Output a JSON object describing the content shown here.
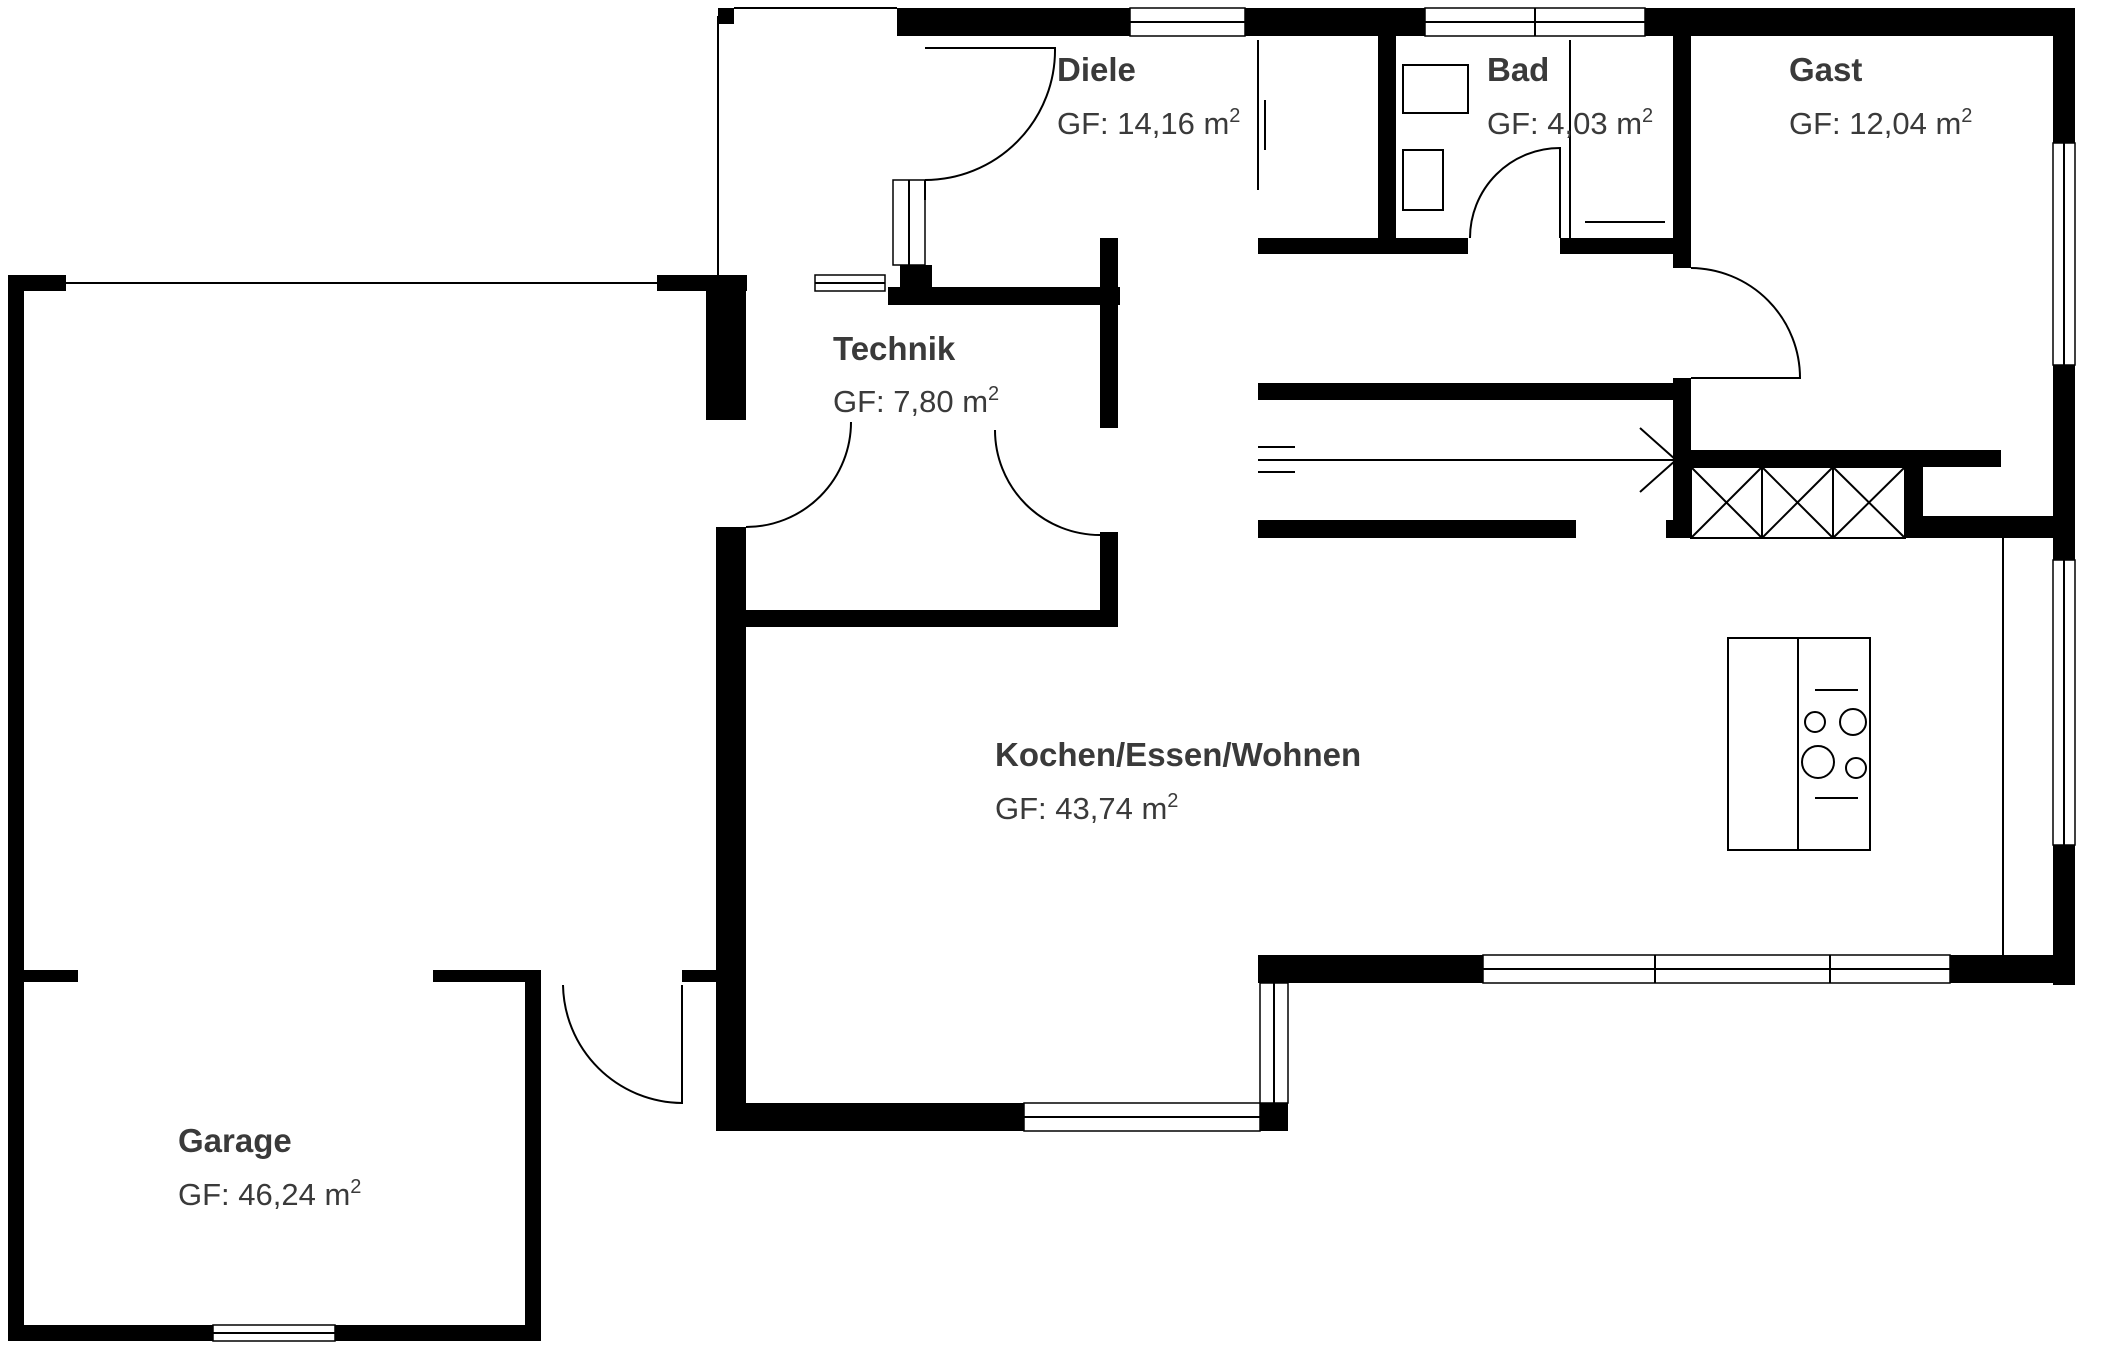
{
  "rooms": {
    "diele": {
      "name": "Diele",
      "area": "GF: 14,16 m",
      "unit_sup": "2"
    },
    "bad": {
      "name": "Bad",
      "area": "GF: 4,03 m",
      "unit_sup": "2"
    },
    "gast": {
      "name": "Gast",
      "area": "GF: 12,04 m",
      "unit_sup": "2"
    },
    "technik": {
      "name": "Technik",
      "area": "GF: 7,80 m",
      "unit_sup": "2"
    },
    "kochen": {
      "name": "Kochen/Essen/Wohnen",
      "area": "GF: 43,74 m",
      "unit_sup": "2"
    },
    "garage": {
      "name": "Garage",
      "area": "GF: 46,24 m",
      "unit_sup": "2"
    }
  }
}
